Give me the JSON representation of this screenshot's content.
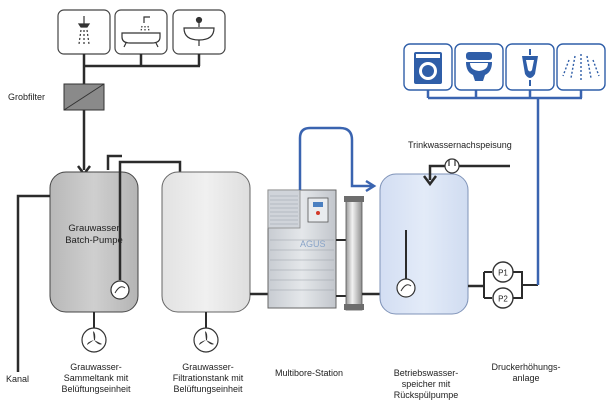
{
  "labels": {
    "grobfilter": "Grobfilter",
    "kanal": "Kanal",
    "tank1_inside_1": "Grauwasser",
    "tank1_inside_2": "Batch-Pumpe",
    "trinkwasser": "Trinkwassernachspeisung",
    "brand": "AGUS",
    "pump1": "P1",
    "pump2": "P2",
    "cap_tank1": [
      "Grauwasser-",
      "Sammeltank mit",
      "Belüftungseinheit"
    ],
    "cap_tank2": [
      "Grauwasser-",
      "Filtrationstank mit",
      "Belüftungseinheit"
    ],
    "cap_station": [
      "Multibore-Station"
    ],
    "cap_speicher": [
      "Betriebswasser-",
      "speicher mit",
      "Rückspülpumpe"
    ],
    "cap_druck": [
      "Druckerhöhungs-",
      "anlage"
    ]
  },
  "icons": {
    "sources": [
      "shower-icon",
      "bathtub-icon",
      "washbasin-icon"
    ],
    "consumers": [
      "washing-machine-icon",
      "toilet-icon",
      "urinal-icon",
      "garden-sprinkler-icon"
    ]
  },
  "colors": {
    "pipe_dark": "#2b2b2b",
    "pipe_blue": "#3a64b0",
    "consumer_blue": "#2f5ea8",
    "tank1": "#c4c4c4",
    "tank2": "#e7e7e7",
    "speicher": "#d9e4f6"
  }
}
